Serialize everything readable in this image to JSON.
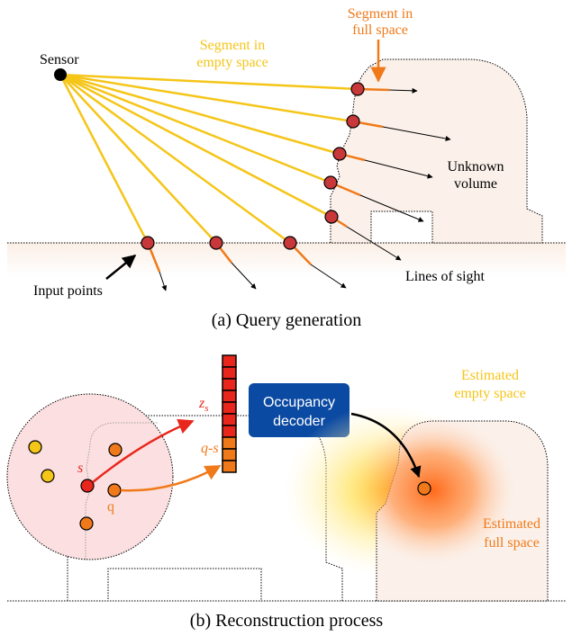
{
  "panel_a": {
    "caption": "(a) Query generation",
    "sensor_label": "Sensor",
    "empty_segment_label": [
      "Segment in",
      "empty space"
    ],
    "full_segment_label": [
      "Segment in",
      "full space"
    ],
    "unknown_volume_label": [
      "Unknown",
      "volume"
    ],
    "input_points_label": "Input points",
    "lines_of_sight_label": "Lines of sight"
  },
  "panel_b": {
    "caption": "(b) Reconstruction process",
    "decoder_label": [
      "Occupancy",
      "decoder"
    ],
    "estimated_empty_label": [
      "Estimated",
      "empty space"
    ],
    "estimated_full_label": [
      "Estimated",
      "full space"
    ],
    "z_label": "z",
    "z_sub": "s",
    "s_label": "s",
    "q_label": "q",
    "qs_label": "q-s"
  },
  "colors": {
    "ray_yellow": "#f5c518",
    "segment_orange": "#f07a1a",
    "point_red": "#c8383a",
    "volume_fill": "#fbf1ea",
    "decoder_blue": "#0b4aa2",
    "feature_red": "#e8261c"
  }
}
